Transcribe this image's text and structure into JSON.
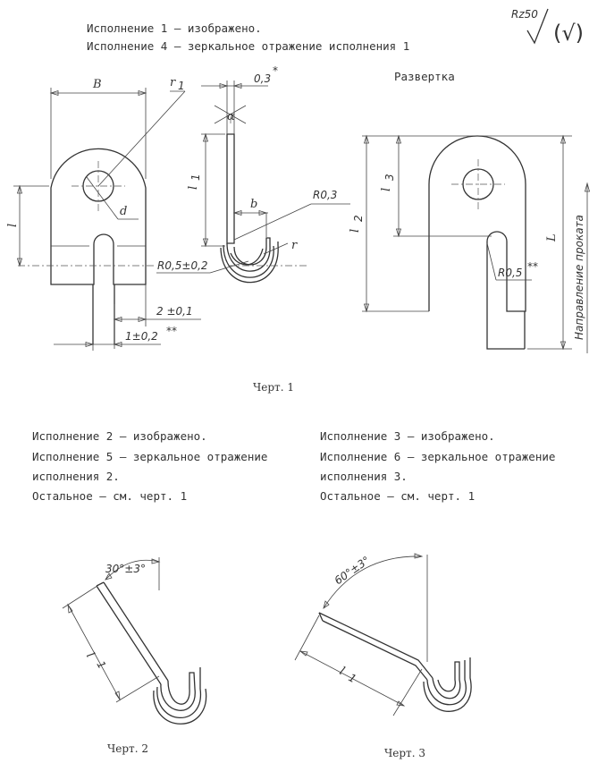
{
  "header": {
    "line1": "Исполнение 1 – изображено.",
    "line2": "Исполнение 4 – зеркальное отражение исполнения 1",
    "roughness": "Rz50",
    "roughness_paren": "(√)"
  },
  "fig1": {
    "caption": "Черт. 1",
    "razvertka": "Развертка",
    "dims": {
      "B": "B",
      "r1": "r",
      "r1_sub": "1",
      "d": "d",
      "l": "l",
      "t03": "0,3",
      "star": "*",
      "alpha": "α",
      "l1": "l",
      "l1_sub": "1",
      "b": "b",
      "R03": "R0,3",
      "r": "r",
      "R05": "R0,5±0,2",
      "d2": "2 ±0,1",
      "d1": "1±0,2",
      "dstars": "**",
      "l2": "l",
      "l2_sub": "2",
      "l3": "l",
      "l3_sub": "3",
      "L": "L",
      "R05b": "R0,5",
      "rolling": "Направление проката"
    }
  },
  "col_left": {
    "line1": "Исполнение 2 – изображено.",
    "line2": "Исполнение 5 – зеркальное отражение",
    "line3": "исполнения 2.",
    "line4": "Остальное – см. черт. 1"
  },
  "col_right": {
    "line1": "Исполнение 3 – изображено.",
    "line2": "Исполнение 6 – зеркальное отражение",
    "line3": "исполнения 3.",
    "line4": "Остальное – см. черт. 1"
  },
  "fig2": {
    "caption": "Черт. 2",
    "angle": "30°±3°",
    "l1": "l",
    "l1_sub": "1"
  },
  "fig3": {
    "caption": "Черт. 3",
    "angle": "60°±3°",
    "l1": "l",
    "l1_sub": "1"
  }
}
